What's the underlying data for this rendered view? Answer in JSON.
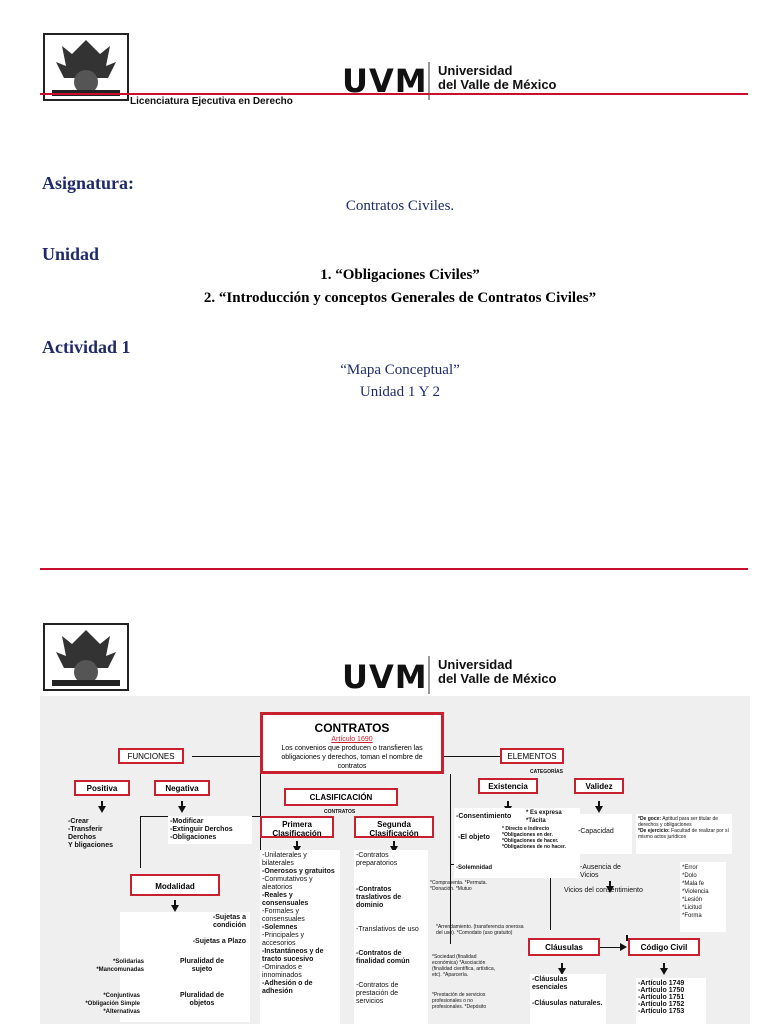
{
  "header": {
    "brand": "UVM",
    "university_line1": "Universidad",
    "university_line2": "del Valle de México",
    "program": "Licenciatura Ejecutiva en Derecho"
  },
  "cover": {
    "subject_label": "Asignatura:",
    "subject_value": "Contratos Civiles.",
    "unit_label": "Unidad",
    "unit_items": [
      "1. “Obligaciones Civiles”",
      "2. “Introducción y conceptos Generales de Contratos Civiles”"
    ],
    "activity_label": "Actividad 1",
    "activity_title": "“Mapa Conceptual”",
    "activity_units": "Unidad 1 Y 2"
  },
  "map": {
    "title": "CONTRATOS",
    "article": "Artículo 1690",
    "definition": "Los convenios que producen o transfieren las obligaciones y derechos, toman el nombre de contratos",
    "funciones": "FUNCIONES",
    "positiva": "Positiva",
    "negativa": "Negativa",
    "positiva_items": [
      "-Crear",
      "-Transferir",
      "Derchos",
      "Y bligaciones"
    ],
    "negativa_items": [
      "-Modificar",
      "-Extinguir Derchos",
      "-Obligaciones"
    ],
    "clasificacion": "CLASIFICACIÓN",
    "contratos_tag": "CONTRATOS",
    "primera": "Primera Clasificación",
    "segunda": "Segunda Clasificación",
    "primera_items": [
      "-Unilaterales  y bilaterales",
      "-Onerosos y gratuitos",
      "-Conmutativos y aleatorios",
      "-Reales y consensuales",
      "-Formales y consensuales",
      "-Solemnes",
      "-Principales y accesorios",
      "-Instantáneos y de tracto sucesivo",
      "-Ominados e innominados",
      "-Adhesión o de adhesión"
    ],
    "segunda_items": [
      "-Contratos preparatorios",
      "-Contratos traslativos de dominio",
      "-Translativos de uso",
      "-Contratos de finalidad común",
      "-Contratos de prestación de servicios"
    ],
    "segunda_notes": [
      "*Compraventa. *Permuta. *Donación. *Mutuo",
      "*Arrendamiento. (transferencia onerosa del uso). *Comodato (uso gratuito)",
      "*Sociedad (finalidad económica) *Asociación (finalidad científica, artística, etc). *Aparcería.",
      "*Prestación de servicios profesionales o no profesionales. *Depósito"
    ],
    "modalidad": "Modalidad",
    "modalidad_items": [
      "-Sujetas a condición",
      "-Sujetas a Plazo"
    ],
    "pluralidad_sujeto": "Pluralidad de sujeto",
    "sujeto_types": [
      "*Solidarias",
      "*Mancomunadas"
    ],
    "pluralidad_objetos": "Pluralidad de objetos",
    "objeto_types": [
      "*Conjuntivas",
      "*Obligación Simple",
      "*Alternativas"
    ],
    "elementos": "ELEMENTOS",
    "categorias": "CATEGORÍAS",
    "existencia": "Existencia",
    "validez": "Validez",
    "consentimiento": "-Consentimiento",
    "consentimiento_types": [
      "* Es expresa",
      "*Tácita"
    ],
    "objeto": "-El objeto",
    "objeto_items": [
      "* Directo e Indirecto",
      "*Obligaciones en der.",
      "*Obligaciones de hacer.",
      "*Obligaciones de no hacer."
    ],
    "solemnidad": "-Solemnidad",
    "capacidad": "-Capacidad",
    "capacidad_goce_label": "*De goce:",
    "capacidad_goce": "Aptitud para ser titular de derechos y obligaciones",
    "capacidad_ejercicio_label": "*De ejercicio:",
    "capacidad_ejercicio": "Facultad de realizar por sí mismo actos jurídicos",
    "ausencia": "-Ausencia de Vicios",
    "vicios": "Vicios del consentimiento",
    "vicios_items": [
      "*Error",
      "*Dolo",
      "*Mala fe",
      "*Violencia",
      "*Lesión",
      "*Licitud",
      "*Forma"
    ],
    "clausulas": "Cláusulas",
    "clausulas_items": [
      "-Cláusulas esenciales",
      "-Cláusulas naturales."
    ],
    "codigo": "Código Civil",
    "codigo_items": [
      "-Artículo 1749",
      "-Artículo 1750",
      "-Artículo 1751",
      "-Artículo 1752",
      "-Artículo 1753"
    ]
  },
  "colors": {
    "accent": "#c8102e",
    "heading": "#1f2a6b"
  }
}
